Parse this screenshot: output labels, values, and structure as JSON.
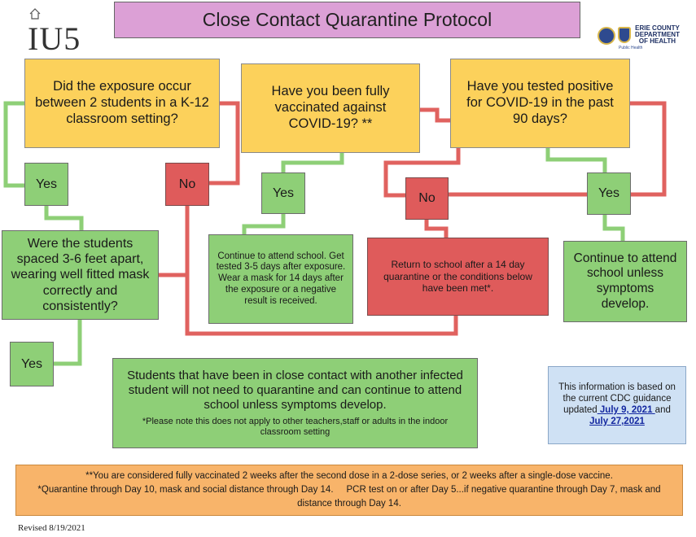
{
  "header": {
    "title": "Close Contact Quarantine Protocol",
    "logo_left": "IU5",
    "logo_right": [
      "ERIE COUNTY",
      "DEPARTMENT",
      "OF HEALTH"
    ],
    "seal_caption": "Public Health"
  },
  "questions": {
    "q1": "Did the exposure occur between 2 students in a K-12 classroom setting?",
    "q2": "Have you been fully vaccinated against COVID-19? **",
    "q3": "Have you tested positive for COVID-19 in the past 90 days?"
  },
  "answers": {
    "q1_yes": "Yes",
    "q1_no": "No",
    "q2_yes": "Yes",
    "q3_no": "No",
    "q3_yes": "Yes",
    "q4_yes": "Yes"
  },
  "followup_question": "Were the students spaced 3-6 feet apart, wearing well fitted mask correctly and consistently?",
  "outcomes": {
    "vaccinated": "Continue to attend school. Get tested 3-5 days after exposure. Wear a mask for 14 days after the exposure or a negative result is received.",
    "quarantine": "Return to school after a 14 day quarantine or the conditions below have been met*.",
    "positive_recent": "Continue to attend school unless symptoms develop.",
    "classroom_main": "Students that have been in close contact with another infected student will not need to quarantine and can continue to attend school unless symptoms develop.",
    "classroom_note": "*Please note this does not apply to other teachers,staff or adults in the indoor classroom setting"
  },
  "info": {
    "text_before": "This information is based on the current CDC guidance updated",
    "link1": " July 9, 2021 ",
    "and": "and",
    "link2": "July 27,2021"
  },
  "footer": {
    "line1": "**You are considered fully vaccinated 2 weeks after the second dose in a 2-dose series, or 2 weeks after a single-dose vaccine.",
    "line2": "*Quarantine through Day 10, mask and social distance through Day 14.     PCR test on or after Day 5...if negative quarantine through Day 7, mask and distance through Day 14."
  },
  "revised": "Revised 8/19/2021",
  "colors": {
    "yellow": "#fcd15b",
    "green": "#8ecf77",
    "red": "#df5b5b",
    "orange": "#f8b46a",
    "blue": "#cfe1f4",
    "pink": "#dca0d6",
    "line_green": "#8ecf77",
    "line_red": "#e0625f"
  }
}
